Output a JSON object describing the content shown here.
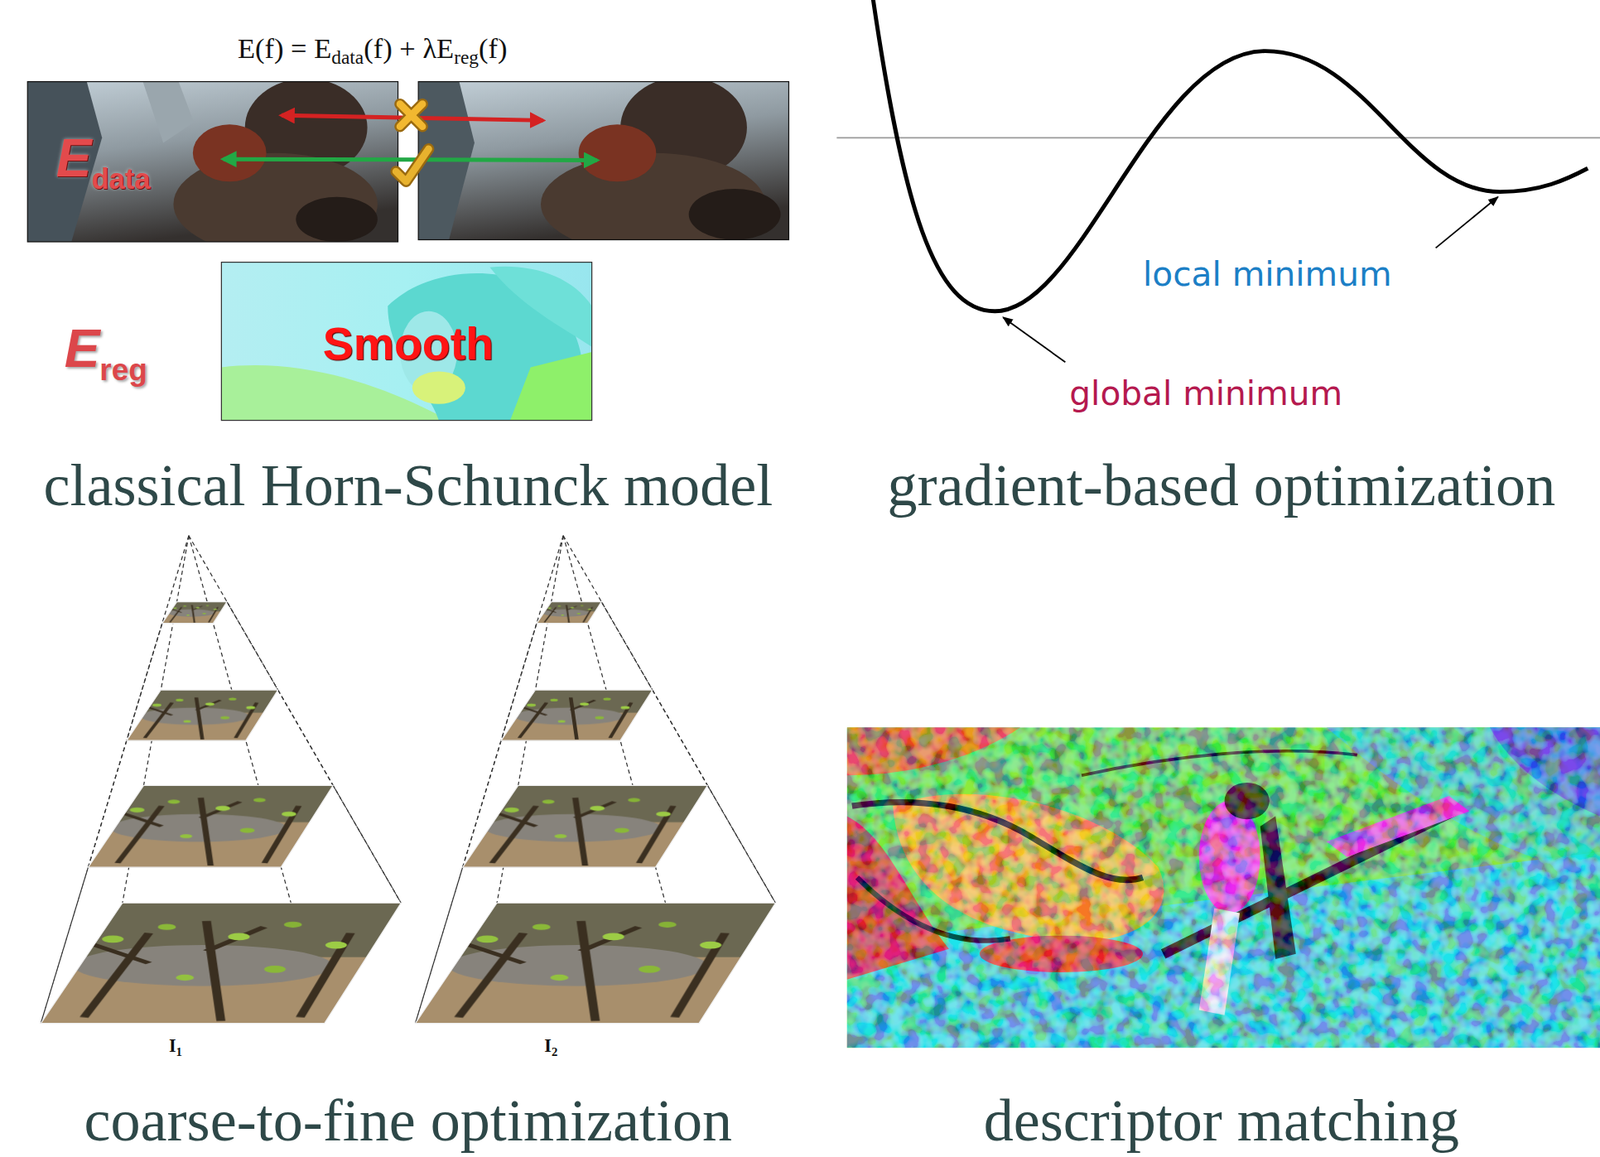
{
  "diagram": {
    "labels": [
      "E(f) = E",
      "data",
      "(f) + λE",
      "reg",
      "(f)",
      "E",
      "data",
      "E",
      "reg",
      "Smooth",
      "classical Horn-Schunck model",
      "local minimum",
      "global minimum",
      "gradient-based optimization",
      "I",
      "1",
      "I",
      "2",
      "coarse-to-fine optimization",
      "descriptor matching"
    ]
  }
}
